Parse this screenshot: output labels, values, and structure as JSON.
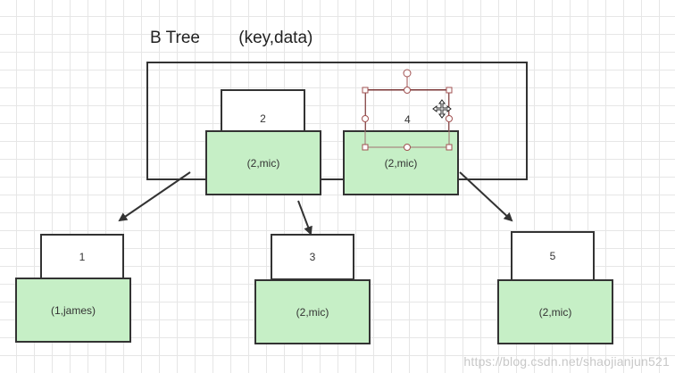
{
  "diagram": {
    "title": "B Tree",
    "subtitle": "(key,data)",
    "root": {
      "nodes": [
        {
          "key": "2",
          "data": "(2,mic)"
        },
        {
          "key": "4",
          "data": "(2,mic)"
        }
      ]
    },
    "children": [
      {
        "key": "1",
        "data": "(1,james)"
      },
      {
        "key": "3",
        "data": "(2,mic)"
      },
      {
        "key": "5",
        "data": "(2,mic)"
      }
    ],
    "selected_node": "4"
  },
  "watermark": "https://blog.csdn.net/shaojianjun521",
  "colors": {
    "data_fill": "#c6efc6",
    "border": "#333333",
    "grid": "#e6e6e6",
    "selection_handle": "#a05050"
  }
}
